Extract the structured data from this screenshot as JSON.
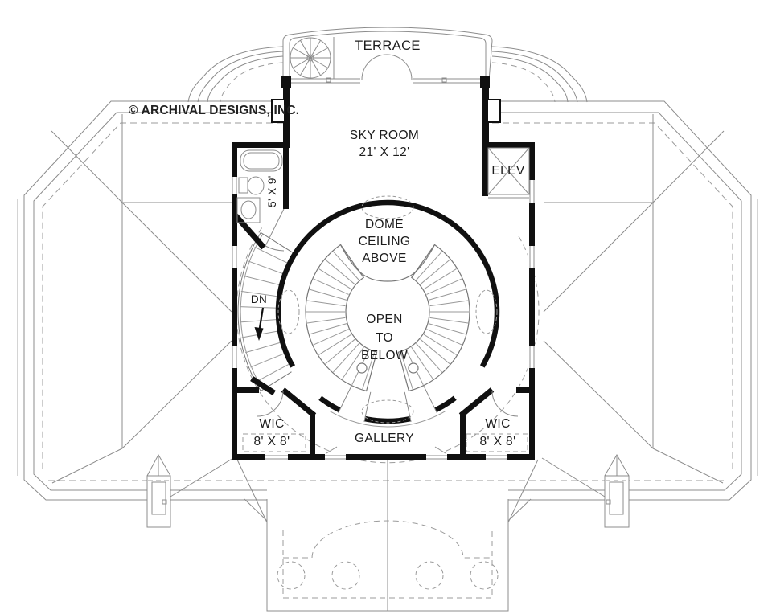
{
  "copyright": "© ARCHIVAL DESIGNS, INC.",
  "labels": {
    "terrace": "TERRACE",
    "sky_room": "SKY ROOM",
    "sky_room_dims": "21' X 12'",
    "elevator": "ELEV",
    "bath_dims": "5' X 9'",
    "dome_1": "DOME",
    "dome_2": "CEILING",
    "dome_3": "ABOVE",
    "open_1": "OPEN",
    "open_2": "TO",
    "open_3": "BELOW",
    "stair_down": "DN",
    "wic_left": "WIC",
    "wic_left_dims": "8' X 8'",
    "wic_right": "WIC",
    "wic_right_dims": "8' X 8'",
    "gallery": "GALLERY"
  },
  "colors": {
    "wall": "#101010",
    "thin_line": "#8c8c8c",
    "dashed_line": "#999999",
    "text": "#1c1c1c",
    "background": "#ffffff"
  }
}
